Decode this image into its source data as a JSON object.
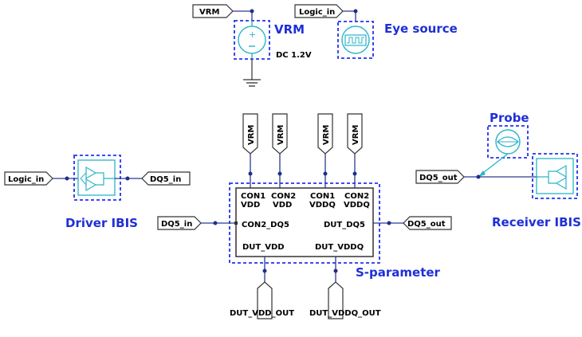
{
  "ports": {
    "vrm_in": "VRM",
    "logic_in_top": "Logic_in",
    "logic_in_left": "Logic_in",
    "dq5_in_driver": "DQ5_in",
    "dq5_in_sparam": "DQ5_in",
    "dq5_out_sparam": "DQ5_out",
    "dq5_out_receiver": "DQ5_out",
    "vrm_1": "VRM",
    "vrm_2": "VRM",
    "vrm_3": "VRM",
    "vrm_4": "VRM",
    "dut_vdd_out": "DUT_VDD_OUT",
    "dut_vddq_out": "DUT_VDDQ_OUT"
  },
  "labels": {
    "vrm": "VRM",
    "vrm_dc": "DC 1.2V",
    "eye_source": "Eye source",
    "driver_ibis": "Driver IBIS",
    "receiver_ibis": "Receiver IBIS",
    "probe": "Probe",
    "s_parameter": "S-parameter"
  },
  "sparam_pins": {
    "con1_vdd_a": "CON1",
    "con1_vdd_b": "VDD",
    "con2_vdd_a": "CON2",
    "con2_vdd_b": "VDD",
    "con1_vddq_a": "CON1",
    "con1_vddq_b": "VDDQ",
    "con2_vddq_a": "CON2",
    "con2_vddq_b": "VDDQ",
    "con2_dq5": "CON2_DQ5",
    "dut_dq5": "DUT_DQ5",
    "dut_vdd": "DUT_VDD",
    "dut_vddq": "DUT_VDDQ"
  },
  "colors": {
    "label_blue": "#1f2fd6",
    "component_cyan": "#2ab5c8",
    "wire_navy": "#2b3a90"
  },
  "icons": {
    "vrm_source": "dc-voltage-source-icon",
    "eye_source": "pulse-source-icon",
    "driver": "ibis-driver-icon",
    "receiver": "ibis-receiver-icon",
    "probe": "eye-probe-icon",
    "ground": "ground-icon"
  }
}
